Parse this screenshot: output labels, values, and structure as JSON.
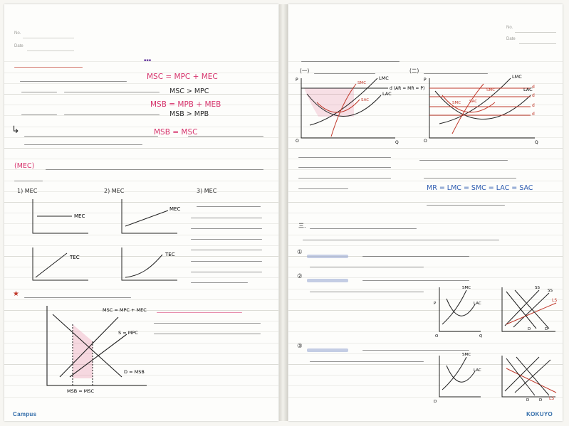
{
  "header": {
    "no_label": "No.",
    "date_label": "Date"
  },
  "brands": {
    "left": "Campus",
    "right": "KOKUYO"
  },
  "left_page": {
    "formulas": {
      "msc": "MSC = MPC + MEC",
      "msb": "MSB = MPB + MEB",
      "msc_gt_mpc": "MSC > MPC",
      "msb_gt_mpb": "MSB > MPB",
      "optimal": "MSB = MSC"
    },
    "mec_label": "MEC",
    "mec_curve_labels": [
      "MEC",
      "MEC",
      "MEC",
      "TEC",
      "TEC"
    ],
    "mec_numbers": [
      "1)",
      "2)",
      "3)"
    ],
    "charts": {
      "curve_labels": {
        "msc": "MSC = MPC + MEC",
        "s": "S = MPC",
        "d": "D = MSB",
        "msb_msc": "MSB = MSC"
      }
    }
  },
  "right_page": {
    "section_one_numbers": [
      "(一)",
      "(二)"
    ],
    "lr_chart": {
      "labels": [
        "LMC",
        "LAC",
        "SMC",
        "SAC",
        "d (AR = MR = P)"
      ],
      "axis": [
        "P",
        "O",
        "Q"
      ]
    },
    "entry_chart": {
      "labels": [
        "LMC",
        "LAC",
        "SMC",
        "SAC",
        "SMC",
        "d",
        "d",
        "d",
        "d"
      ],
      "axis": [
        "P",
        "O",
        "Q"
      ]
    },
    "equilibrium": "MR = LMC = SMC = LAC = SAC",
    "section_three_numbers": [
      "三.",
      "①",
      "②",
      "③"
    ],
    "industry_charts": {
      "labels": [
        "SMC",
        "LAC",
        "SMC",
        "LAC",
        "SS",
        "SS",
        "LS",
        "LS",
        "D",
        "D",
        "D",
        "D",
        "D"
      ],
      "axis": [
        "P",
        "Q",
        "O"
      ]
    }
  }
}
